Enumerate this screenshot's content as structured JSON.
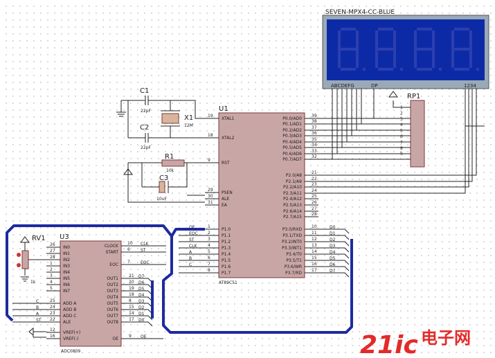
{
  "display": {
    "title": "SEVEN-MPX4-CC-BLUE",
    "seg_pins": "ABCDEFG",
    "dp_label": "DP",
    "digit_pins": "1234"
  },
  "rp1": {
    "ref": "RP1",
    "pins": [
      "1",
      "2",
      "3",
      "4",
      "5",
      "6",
      "7",
      "8",
      "9"
    ]
  },
  "u1": {
    "ref": "U1",
    "part": "AT89C51",
    "left_pins": [
      {
        "name": "XTAL1",
        "num": "19"
      },
      {
        "name": "XTAL2",
        "num": "18"
      },
      {
        "name": "RST",
        "num": "9"
      },
      {
        "name": "PSEN",
        "num": "29"
      },
      {
        "name": "ALE",
        "num": "30"
      },
      {
        "name": "EA",
        "num": "31"
      },
      {
        "name": "P1.0",
        "num": "1"
      },
      {
        "name": "P1.1",
        "num": "2"
      },
      {
        "name": "P1.2",
        "num": "3"
      },
      {
        "name": "P1.3",
        "num": "4"
      },
      {
        "name": "P1.4",
        "num": "5"
      },
      {
        "name": "P1.5",
        "num": "6"
      },
      {
        "name": "P1.6",
        "num": "7"
      },
      {
        "name": "P1.7",
        "num": "8"
      }
    ],
    "right_pins": [
      {
        "name": "P0.0/AD0",
        "num": "39"
      },
      {
        "name": "P0.1/AD1",
        "num": "38"
      },
      {
        "name": "P0.2/AD2",
        "num": "37"
      },
      {
        "name": "P0.3/AD3",
        "num": "36"
      },
      {
        "name": "P0.4/AD4",
        "num": "35"
      },
      {
        "name": "P0.5/AD5",
        "num": "34"
      },
      {
        "name": "P0.6/AD6",
        "num": "33"
      },
      {
        "name": "P0.7/AD7",
        "num": "32"
      },
      {
        "name": "P2.0/A8",
        "num": "21"
      },
      {
        "name": "P2.1/A9",
        "num": "22"
      },
      {
        "name": "P2.2/A10",
        "num": "23"
      },
      {
        "name": "P2.3/A11",
        "num": "24"
      },
      {
        "name": "P2.4/A12",
        "num": "25"
      },
      {
        "name": "P2.5/A13",
        "num": "26"
      },
      {
        "name": "P2.6/A14",
        "num": "27"
      },
      {
        "name": "P2.7/A15",
        "num": "28"
      },
      {
        "name": "P3.0/RXD",
        "num": "10"
      },
      {
        "name": "P3.1/TXD",
        "num": "11"
      },
      {
        "name": "P3.2/INT0",
        "num": "12"
      },
      {
        "name": "P3.3/INT1",
        "num": "13"
      },
      {
        "name": "P3.4/T0",
        "num": "14"
      },
      {
        "name": "P3.5/T1",
        "num": "15"
      },
      {
        "name": "P3.6/WR",
        "num": "16"
      },
      {
        "name": "P3.7/RD",
        "num": "17"
      }
    ],
    "p1_nets": [
      "OE",
      "EOC",
      "ST",
      "CLK",
      "A",
      "B",
      "C",
      ""
    ],
    "p3_nets": [
      "D0",
      "D1",
      "D2",
      "D3",
      "D4",
      "D5",
      "D6",
      "D7"
    ]
  },
  "u3": {
    "ref": "U3",
    "part": "ADC0809",
    "left_pins": [
      {
        "name": "IN0",
        "num": "26"
      },
      {
        "name": "IN1",
        "num": "27"
      },
      {
        "name": "IN2",
        "num": "28"
      },
      {
        "name": "IN3",
        "num": "1"
      },
      {
        "name": "IN4",
        "num": "2"
      },
      {
        "name": "IN5",
        "num": "3"
      },
      {
        "name": "IN6",
        "num": "4"
      },
      {
        "name": "IN7",
        "num": "5"
      },
      {
        "name": "ADD A",
        "num": "25"
      },
      {
        "name": "ADD B",
        "num": "24"
      },
      {
        "name": "ADD C",
        "num": "23"
      },
      {
        "name": "ALE",
        "num": "22"
      },
      {
        "name": "VREF(+)",
        "num": "12"
      },
      {
        "name": "VREF(-)",
        "num": "16"
      }
    ],
    "left_nets": [
      "C",
      "B",
      "A",
      "ST"
    ],
    "right_top": [
      {
        "name": "CLOCK",
        "num": "10",
        "net": "CLK"
      },
      {
        "name": "START",
        "num": "6",
        "net": "ST"
      },
      {
        "name": "EOC",
        "num": "7",
        "net": "EOC"
      }
    ],
    "right_out": [
      {
        "name": "OUT1",
        "num": "21",
        "net": "D7"
      },
      {
        "name": "OUT2",
        "num": "20",
        "net": "D6"
      },
      {
        "name": "OUT3",
        "num": "19",
        "net": "D5"
      },
      {
        "name": "OUT4",
        "num": "18",
        "net": "D4"
      },
      {
        "name": "OUT5",
        "num": "8",
        "net": "D3"
      },
      {
        "name": "OUT6",
        "num": "15",
        "net": "D2"
      },
      {
        "name": "OUT7",
        "num": "14",
        "net": "D1"
      },
      {
        "name": "OUT8",
        "num": "17",
        "net": "D0"
      }
    ],
    "oe": {
      "name": "OE",
      "num": "9",
      "net": "OE"
    }
  },
  "passives": {
    "c1": {
      "ref": "C1",
      "value": "22pF"
    },
    "c2": {
      "ref": "C2",
      "value": "22pF"
    },
    "x1": {
      "ref": "X1",
      "value": "12M"
    },
    "r1": {
      "ref": "R1",
      "value": "10k"
    },
    "c3": {
      "ref": "C3",
      "value": "10uF"
    },
    "rv1": {
      "ref": "RV1",
      "value": "1k"
    }
  },
  "watermark": {
    "brand": "21ic",
    "cn": "电子网"
  }
}
